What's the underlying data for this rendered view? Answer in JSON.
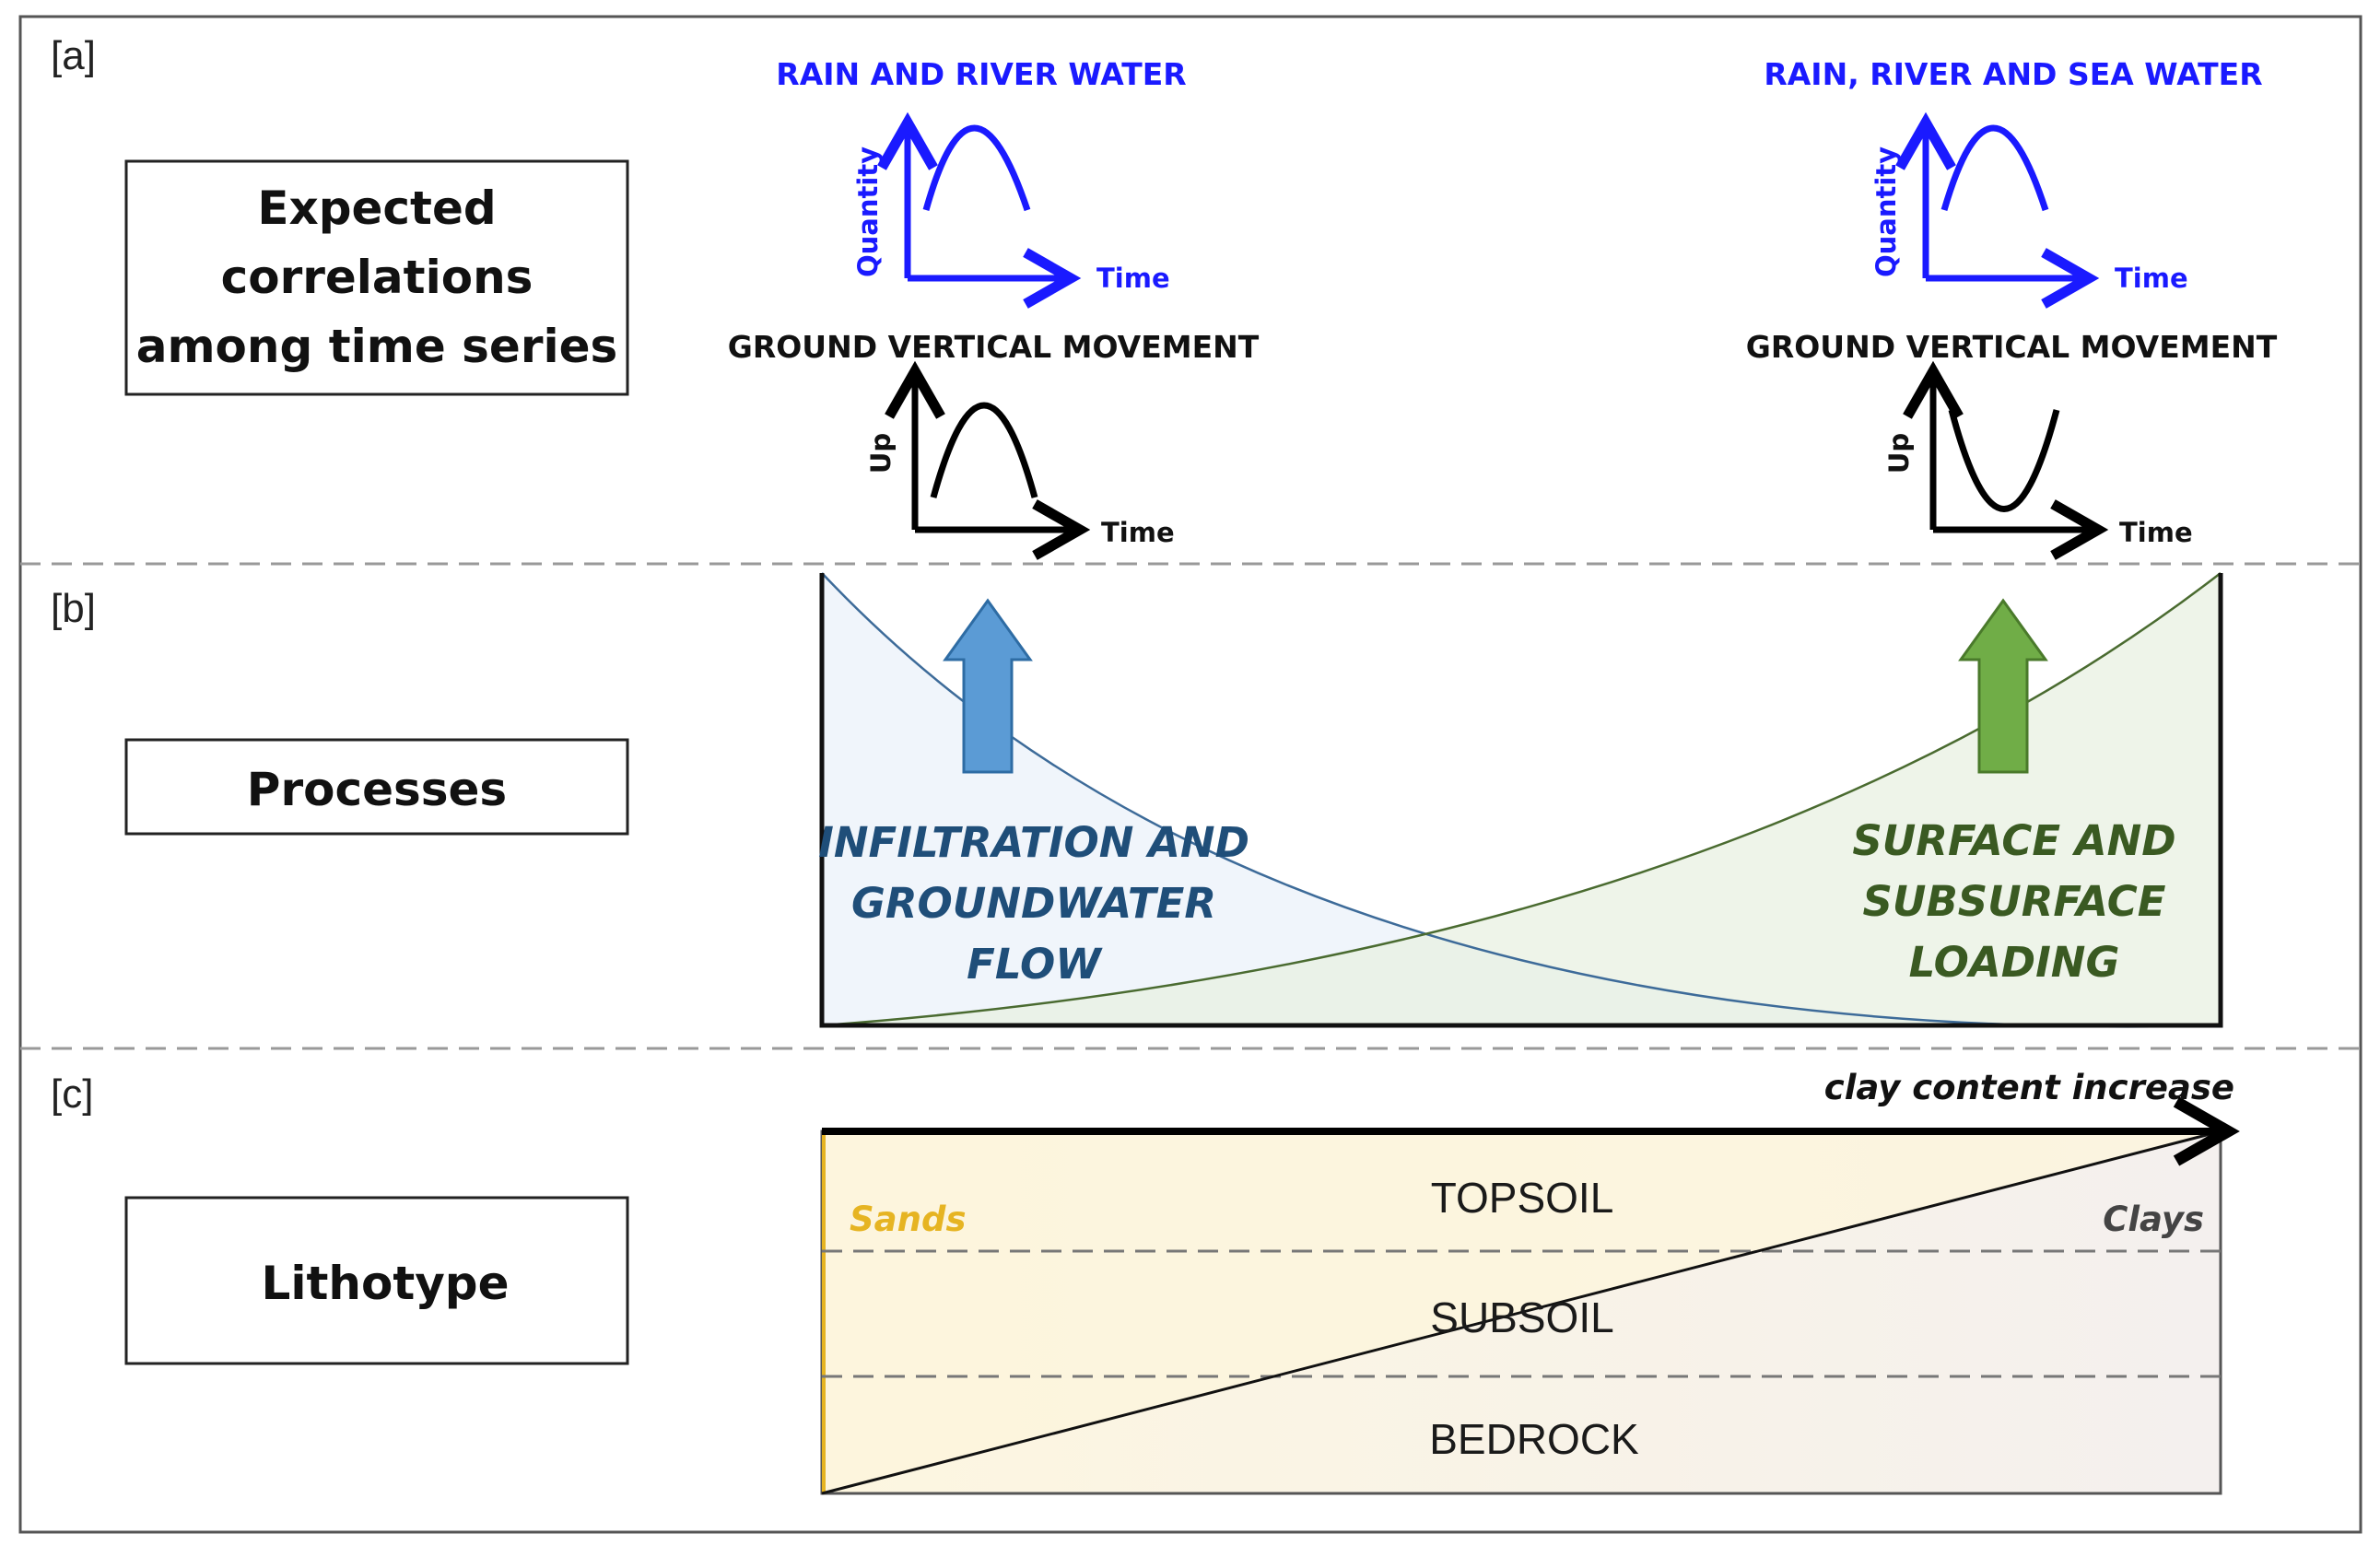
{
  "panels": {
    "a": {
      "label": "[a]",
      "box_title": [
        "Expected",
        "correlations",
        "among time series"
      ],
      "left": {
        "input_title": "RAIN AND RIVER WATER",
        "input_y_label": "Quantity",
        "input_x_label": "Time",
        "response_title": "GROUND VERTICAL MOVEMENT",
        "response_y_label": "Up",
        "response_x_label": "Time"
      },
      "right": {
        "input_title": "RAIN, RIVER AND SEA WATER",
        "input_y_label": "Quantity",
        "input_x_label": "Time",
        "response_title": "GROUND VERTICAL MOVEMENT",
        "response_y_label": "Up",
        "response_x_label": "Time"
      }
    },
    "b": {
      "label": "[b]",
      "box_title": "Processes",
      "left_process": [
        "INFILTRATION AND",
        "GROUNDWATER",
        "FLOW"
      ],
      "right_process": [
        "SURFACE AND",
        "SUBSURFACE",
        "LOADING"
      ]
    },
    "c": {
      "label": "[c]",
      "box_title": "Lithotype",
      "arrow_label": "clay content increase",
      "left_end": "Sands",
      "right_end": "Clays",
      "layers": [
        "TOPSOIL",
        "SUBSOIL",
        "BEDROCK"
      ]
    }
  },
  "colors": {
    "input_curve": "#1a1aff",
    "infiltration": "#1f4e79",
    "loading": "#3a5a22",
    "blue_arrow": "#5b9bd5",
    "green_arrow": "#70ad47",
    "sands": "#e6b422"
  }
}
